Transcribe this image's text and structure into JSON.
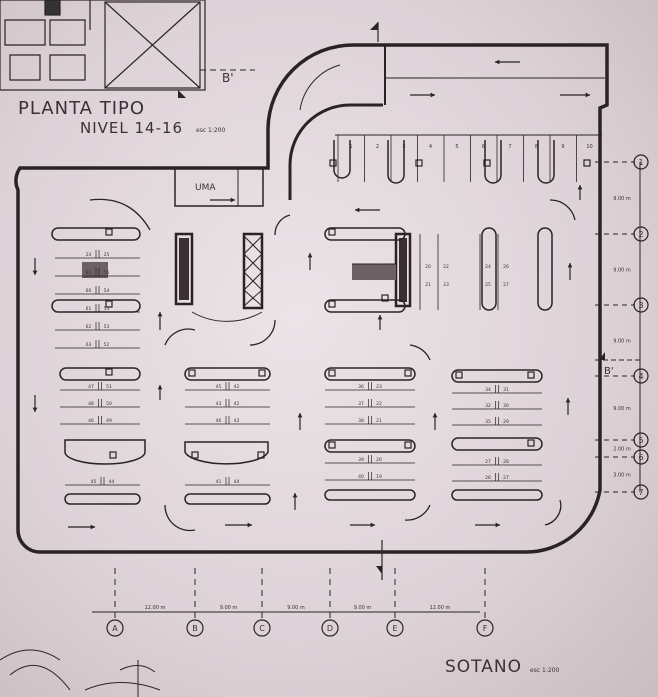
{
  "titles": {
    "upper_plan": "PLANTA TIPO",
    "upper_level": "NIVEL 14-16",
    "upper_scale": "esc 1:200",
    "lower_plan": "SOTANO",
    "lower_scale": "esc 1:200",
    "room": "UMA"
  },
  "section_marks": {
    "b_top": "B'",
    "b_right": "B'"
  },
  "grid_columns": [
    "A",
    "B",
    "C",
    "D",
    "E",
    "F"
  ],
  "grid_rows": [
    "1",
    "2",
    "3",
    "4",
    "5",
    "6",
    "7"
  ],
  "column_dims": [
    "12.00 m",
    "9.00 m",
    "9.00 m",
    "9.00 m",
    "12.00 m"
  ],
  "row_dims": [
    "9.00 m",
    "9.00 m",
    "9.00 m",
    "9.00 m",
    "2.00 m",
    "3.00 m"
  ],
  "top_stalls": [
    "1",
    "2",
    "3",
    "4",
    "5",
    "6",
    "7",
    "8",
    "9",
    "10"
  ],
  "stalls": {
    "col_a": [
      [
        "24",
        "25"
      ],
      [
        "61",
        "55"
      ],
      [
        "60",
        "54"
      ],
      [
        "61",
        "55"
      ],
      [
        "62",
        "53"
      ],
      [
        "63",
        "52"
      ],
      [
        "47",
        "51"
      ],
      [
        "48",
        "50"
      ],
      [
        "46",
        "49"
      ],
      [
        "45",
        "44"
      ]
    ],
    "col_b": [
      [
        "45",
        "42"
      ],
      [
        "43",
        "42"
      ],
      [
        "46",
        "43"
      ],
      [
        "41",
        "44"
      ]
    ],
    "col_d": [
      [
        "36",
        "23"
      ],
      [
        "37",
        "22"
      ],
      [
        "38",
        "21"
      ],
      [
        "39",
        "20"
      ],
      [
        "40",
        "19"
      ]
    ],
    "col_e": [
      [
        "34",
        "31"
      ],
      [
        "32",
        "30"
      ],
      [
        "35",
        "29"
      ],
      [
        "27",
        "28"
      ],
      [
        "26",
        "27"
      ]
    ],
    "mid_row": [
      [
        "20",
        "21"
      ],
      [
        "22",
        "23"
      ],
      [
        "24",
        "25"
      ],
      [
        "26",
        "27"
      ]
    ]
  }
}
